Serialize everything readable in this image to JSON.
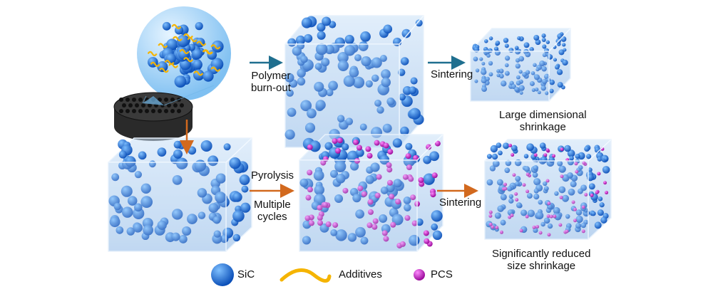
{
  "labels": {
    "polymer_burnout": "Polymer\nburn-out",
    "sintering_top": "Sintering",
    "large_shrinkage": "Large dimensional\nshrinkage",
    "pyrolysis": "Pyrolysis",
    "multiple_cycles": "Multiple\ncycles",
    "sintering_bottom": "Sintering",
    "reduced_shrinkage": "Significantly reduced\nsize shrinkage"
  },
  "legend": {
    "sic": "SiC",
    "additives": "Additives",
    "pcs": "PCS"
  },
  "colors": {
    "sic": "#1a6fe0",
    "additives": "#f5b400",
    "pcs": "#d21ad2",
    "arrow_top": "#1f6f8f",
    "arrow_bottom": "#d2691e",
    "box": "#9cc3ee"
  }
}
